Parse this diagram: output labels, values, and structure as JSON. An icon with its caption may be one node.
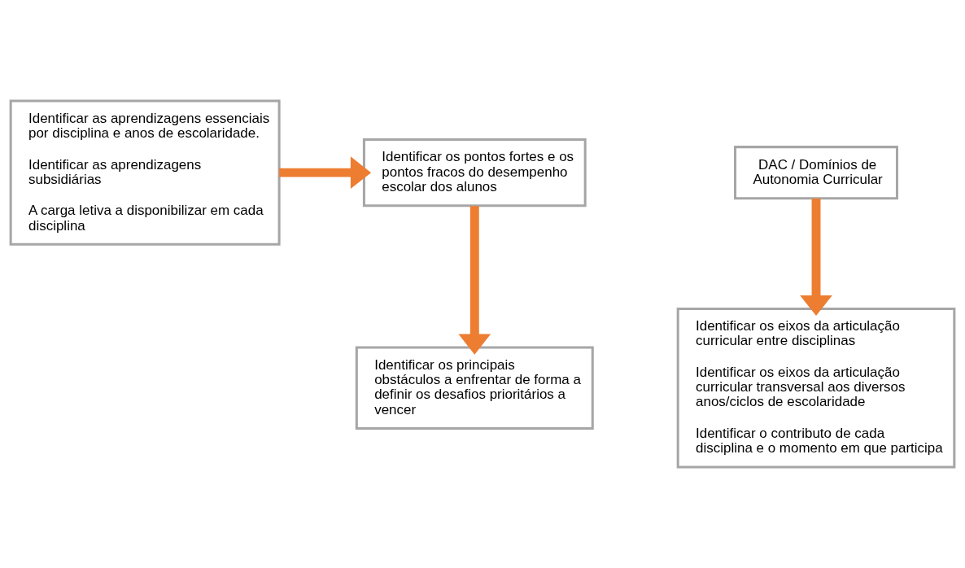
{
  "diagram": {
    "nodes": [
      {
        "text": [
          "Identificar as aprendizagens essenciais por disciplina e anos de escolaridade.",
          "Identificar as aprendizagens subsidiárias",
          "A carga letiva a disponibilizar em cada disciplina"
        ]
      },
      {
        "text": [
          "Identificar os pontos fortes e os pontos fracos do desempenho escolar dos alunos"
        ]
      },
      {
        "text": [
          "Identificar os principais obstáculos a enfrentar de forma a definir os desafios prioritários a vencer"
        ]
      },
      {
        "text": [
          "DAC / Domínios de Autonomia Curricular"
        ]
      },
      {
        "text": [
          "Identificar os eixos da articulação curricular entre disciplinas",
          "Identificar os eixos da articulação curricular transversal aos diversos anos/ciclos de escolaridade",
          "Identificar o contributo de cada disciplina e o momento em que participa"
        ]
      }
    ],
    "edges": [
      {
        "from": 0,
        "to": 1,
        "arrow": "to",
        "color": "#ed7d31"
      },
      {
        "from": 1,
        "to": 2,
        "arrow": "to",
        "color": "#ed7d31"
      },
      {
        "from": 3,
        "to": 4,
        "arrow": "to",
        "color": "#ed7d31"
      }
    ]
  }
}
